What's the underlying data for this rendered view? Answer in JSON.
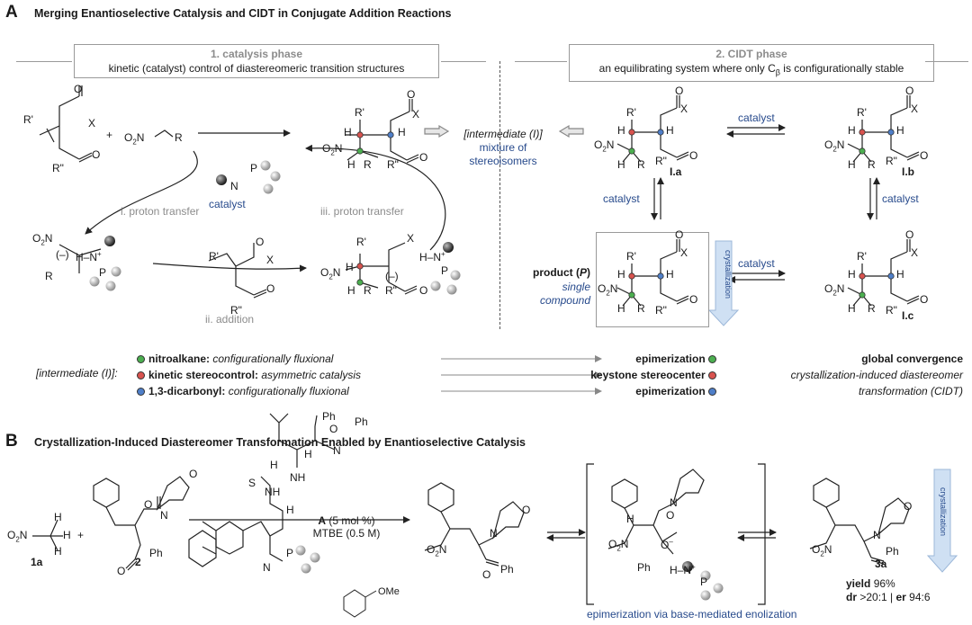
{
  "panel_a": {
    "letter": "A",
    "title": "Merging Enantioselective Catalysis and CIDT in Conjugate Addition Reactions",
    "phase1": {
      "heading": "1. catalysis phase",
      "text": "kinetic (catalyst) control of diastereomeric transition structures"
    },
    "phase2": {
      "heading": "2. CIDT phase",
      "text_before": "an equilibrating system where only C",
      "text_sub": "β",
      "text_after": " is configurationally stable"
    },
    "intermediate_label": "[intermediate (I)]",
    "intermediate_desc_1": "mixture of",
    "intermediate_desc_2": "stereoisomers",
    "catalyst": "catalyst",
    "step_i": "i. proton transfer",
    "step_ii": "ii. addition",
    "step_iii": "iii. proton transfer",
    "labels": {
      "Ia": "I.a",
      "Ib": "I.b",
      "Ic": "I.c"
    },
    "product_label": "product (P)",
    "product_desc_1": "single",
    "product_desc_2": "compound",
    "crystallization": "crystallization",
    "legend_prefix": "[intermediate (I)]:",
    "legend": [
      {
        "bold": "nitroalkane:",
        "text": "configurationally fluxional",
        "color": "#4caf50",
        "outcome": "epimerization"
      },
      {
        "bold": "kinetic stereocontrol:",
        "text": "asymmetric catalysis",
        "color": "#d9534f",
        "outcome": "keystone stereocenter"
      },
      {
        "bold": "1,3-dicarbonyl:",
        "text": "configurationally fluxional",
        "color": "#4f7fc9",
        "outcome": "epimerization"
      }
    ],
    "convergence_title": "global convergence",
    "convergence_lines": [
      "crystallization-induced diastereomer",
      "transformation (CIDT)"
    ]
  },
  "panel_b": {
    "letter": "B",
    "title": "Crystallization-Induced Diastereomer Transformation Enabled by Enantioselective Catalysis",
    "cmpd_1a": "1a",
    "cmpd_2": "2",
    "cmpd_3a": "3a",
    "catalyst_line": "A (5 mol %)",
    "catalyst_bold": "A",
    "catalyst_rest": " (5 mol %)",
    "solvent": "MTBE (0.5 M)",
    "epimerization_note": "epimerization via base-mediated enolization",
    "yield_label": "yield",
    "yield_value": " 96%",
    "dr_label": "dr",
    "dr_value": " >20:1 | ",
    "er_label": "er",
    "er_value": " 94:6",
    "crystallization": "crystallization",
    "ome": "OMe"
  },
  "colors": {
    "nitro_green": "#4caf50",
    "kinetic_red": "#d9534f",
    "dicarbonyl_blue": "#4f7fc9",
    "text_blue": "#274a8c",
    "arrow_blue": "#cfe0f3"
  }
}
